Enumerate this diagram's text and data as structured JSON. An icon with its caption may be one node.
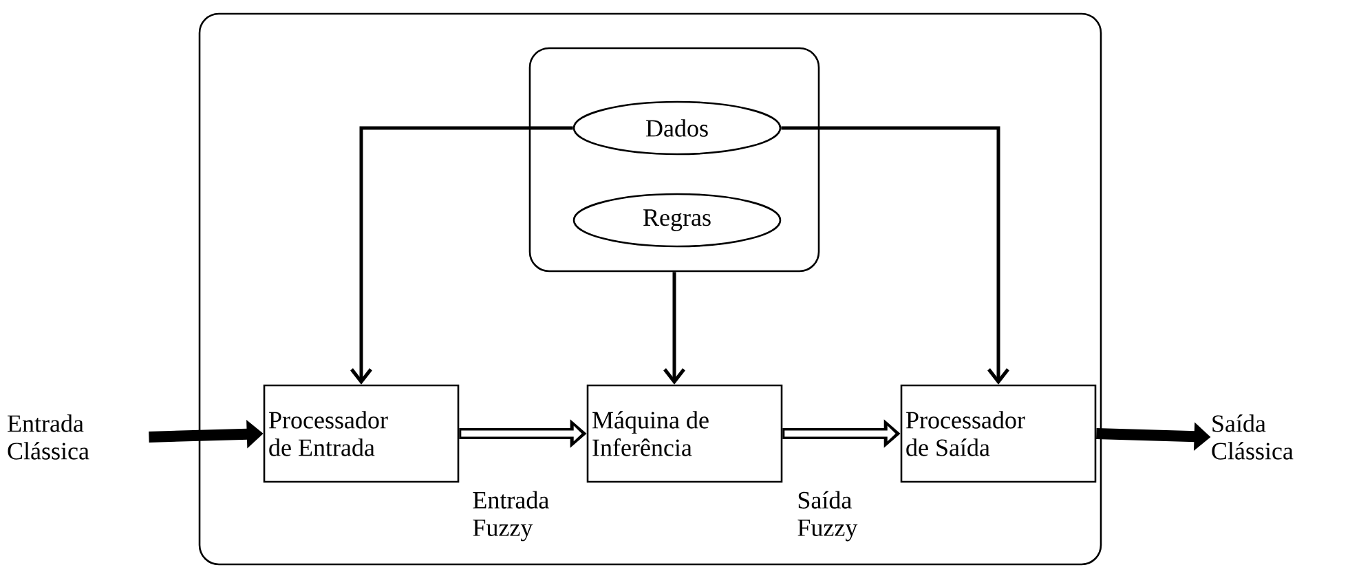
{
  "diagram": {
    "nodes": [
      {
        "text": [],
        "shape": "box"
      },
      {
        "text": [],
        "shape": "box",
        "in": 0
      },
      {
        "text": [
          "Dados"
        ],
        "in": 1
      },
      {
        "text": [
          "Regras"
        ],
        "in": 1
      },
      {
        "text": [
          "Processador de Entrada"
        ],
        "in": 0
      },
      {
        "text": [
          "Máquina de Inferência"
        ],
        "in": 0
      },
      {
        "text": [
          "Processador de Saída"
        ],
        "in": 0
      },
      {
        "text": [
          "Entrada Clássica"
        ]
      },
      {
        "text": [
          "Saída Clássica"
        ]
      }
    ],
    "edges": [
      {
        "from": 2,
        "to": 4,
        "arrow": "to"
      },
      {
        "from": 2,
        "to": 6,
        "arrow": "to"
      },
      {
        "from": 1,
        "to": 5,
        "arrow": "to"
      },
      {
        "from": 7,
        "to": 4,
        "arrow": "to"
      },
      {
        "from": 4,
        "to": 5,
        "arrow": "to",
        "color": "#ffffff",
        "label": "Entrada Fuzzy"
      },
      {
        "from": 5,
        "to": 6,
        "arrow": "to",
        "color": "#ffffff",
        "label": "Saída Fuzzy"
      },
      {
        "from": 6,
        "to": 8,
        "arrow": "to"
      }
    ]
  }
}
